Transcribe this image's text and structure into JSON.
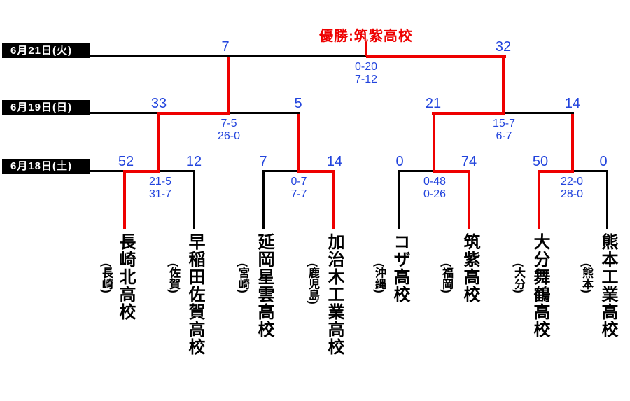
{
  "champion": {
    "label": "優勝:筑紫高校",
    "team": "筑紫高校"
  },
  "dates": [
    {
      "label": "6月21日(火)",
      "round": "final"
    },
    {
      "label": "6月19日(日)",
      "round": "semifinal"
    },
    {
      "label": "6月18日(土)",
      "round": "quarterfinal"
    }
  ],
  "teams": [
    {
      "name": "長崎北高校",
      "prefecture": "(長崎)"
    },
    {
      "name": "早稲田佐賀高校",
      "prefecture": "(佐賀)"
    },
    {
      "name": "延岡星雲高校",
      "prefecture": "(宮崎)"
    },
    {
      "name": "加治木工業高校",
      "prefecture": "(鹿児島)"
    },
    {
      "name": "コザ高校",
      "prefecture": "(沖縄)"
    },
    {
      "name": "筑紫高校",
      "prefecture": "(福岡)"
    },
    {
      "name": "大分舞鶴高校",
      "prefecture": "(大分)"
    },
    {
      "name": "熊本工業高校",
      "prefecture": "(熊本)"
    }
  ],
  "quarterfinals": [
    {
      "left_score": "52",
      "right_score": "12",
      "detail": [
        "21-5",
        "31-7"
      ],
      "winner": "長崎北高校"
    },
    {
      "left_score": "7",
      "right_score": "14",
      "detail": [
        "0-7",
        "7-7"
      ],
      "winner": "加治木工業高校"
    },
    {
      "left_score": "0",
      "right_score": "74",
      "detail": [
        "0-48",
        "0-26"
      ],
      "winner": "筑紫高校"
    },
    {
      "left_score": "50",
      "right_score": "0",
      "detail": [
        "22-0",
        "28-0"
      ],
      "winner": "大分舞鶴高校"
    }
  ],
  "semifinals": [
    {
      "left_score": "33",
      "right_score": "5",
      "detail": [
        "7-5",
        "26-0"
      ],
      "winner": "長崎北高校"
    },
    {
      "left_score": "21",
      "right_score": "14",
      "detail": [
        "15-7",
        "6-7"
      ],
      "winner": "筑紫高校"
    }
  ],
  "final": {
    "left_score": "7",
    "right_score": "32",
    "detail": [
      "0-20",
      "7-12"
    ],
    "winner": "筑紫高校"
  },
  "colors": {
    "winner_path_red": "#ee0000",
    "score_blue": "#2244dd",
    "line_black": "#000000"
  }
}
